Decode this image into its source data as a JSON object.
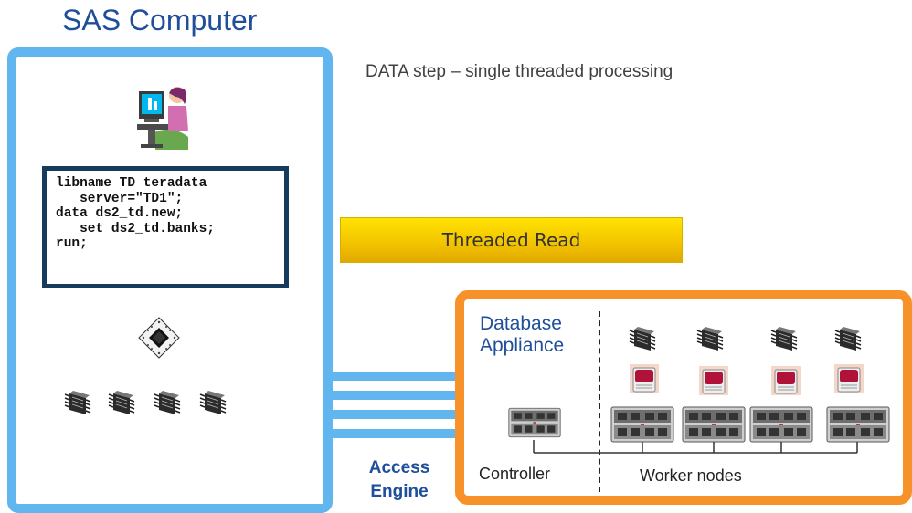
{
  "sas_computer": {
    "title": "SAS Computer",
    "code_lines": [
      "libname TD teradata",
      "   server=\"TD1\";",
      "data ds2_td.new;",
      "   set ds2_td.banks;",
      "run;"
    ]
  },
  "subtitle": "DATA step – single threaded processing",
  "threaded_read": "Threaded Read",
  "access_engine": [
    "Access",
    "Engine"
  ],
  "appliance": {
    "label_lines": [
      "Database",
      "Appliance"
    ],
    "controller_label": "Controller",
    "workers_label": "Worker nodes"
  },
  "colors": {
    "sas_border": "#62b6ef",
    "appliance_border": "#f7922a",
    "title_blue": "#1f4e9a",
    "code_border": "#173b5c",
    "threaded_read_fill": "#f5c800"
  },
  "icons": {
    "user": "user-at-computer-icon",
    "cpu": "cpu-chip-icon",
    "core": "core-chip-icon",
    "server": "server-icon",
    "disk": "disk-storage-icon"
  }
}
